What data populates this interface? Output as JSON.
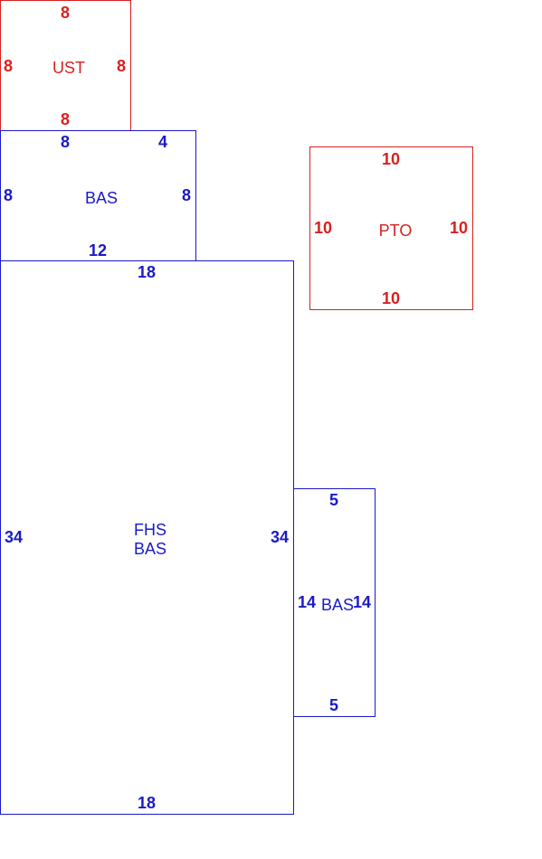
{
  "colors": {
    "red": "#d91f1f",
    "blue": "#1a1ac8"
  },
  "sections": {
    "ust": {
      "color": "red",
      "label": "UST",
      "dims": {
        "top": "8",
        "left": "8",
        "right": "8",
        "bottom": "8"
      }
    },
    "bas_upper": {
      "color": "blue",
      "label": "BAS",
      "dims": {
        "top_left": "8",
        "top_right": "4",
        "left": "8",
        "right": "8",
        "bottom": "12"
      }
    },
    "pto": {
      "color": "red",
      "label": "PTO",
      "dims": {
        "top": "10",
        "left": "10",
        "right": "10",
        "bottom": "10"
      }
    },
    "fhs_bas": {
      "color": "blue",
      "label_line1": "FHS",
      "label_line2": "BAS",
      "dims": {
        "top": "18",
        "left": "34",
        "right": "34",
        "bottom": "18"
      }
    },
    "bas_side": {
      "color": "blue",
      "label": "BAS",
      "dims": {
        "top": "5",
        "left": "14",
        "right": "14",
        "bottom": "5"
      }
    }
  }
}
